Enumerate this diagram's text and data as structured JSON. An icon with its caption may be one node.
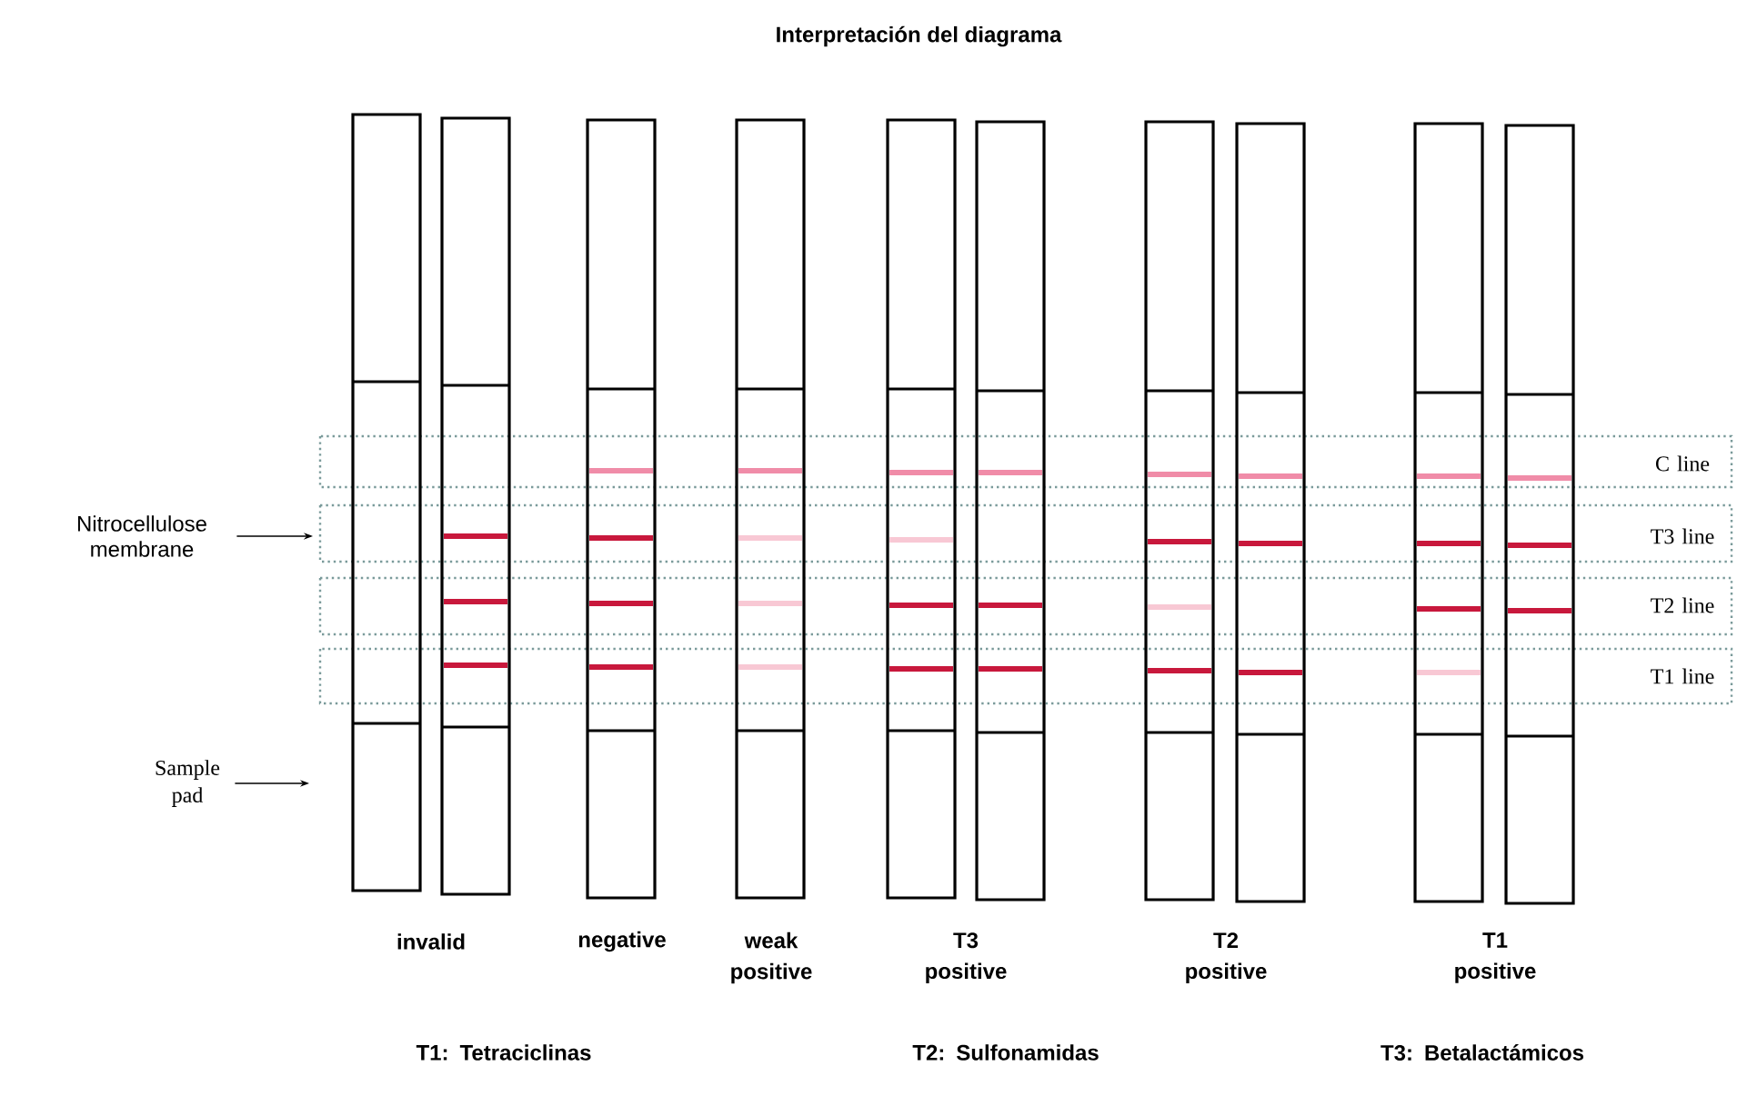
{
  "diagram": {
    "title": "Interpretación del diagrama",
    "nodes": [
      {
        "text": [
          "Nitrocellulose membrane"
        ]
      },
      {
        "text": [
          "Sample pad"
        ]
      }
    ],
    "edges": [
      {
        "from": 0,
        "to": null,
        "arrow": "to"
      },
      {
        "from": 1,
        "to": null,
        "arrow": "to"
      }
    ],
    "labels": [
      "C line",
      "T3 line",
      "T2 line",
      "T1 line",
      "invalid",
      "negative",
      "weak positive",
      "T3 positive",
      "T2 positive",
      "T1 positive",
      "T1: Tetraciclinas",
      "T2: Sulfonamidas",
      "T3: Betalactámicos"
    ]
  }
}
